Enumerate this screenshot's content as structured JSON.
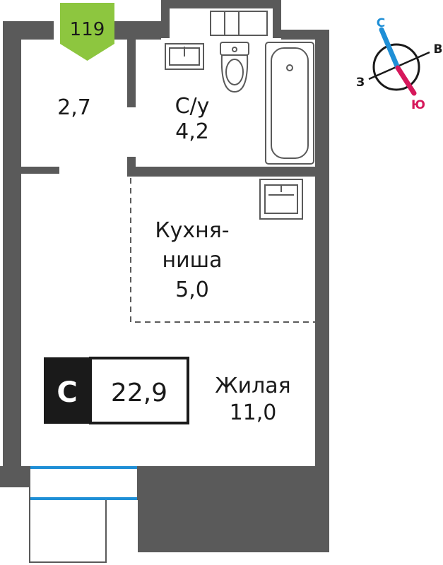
{
  "apartment": {
    "number": "119",
    "type_letter": "С",
    "total_area": "22,9"
  },
  "rooms": {
    "hall": {
      "area": "2,7"
    },
    "bathroom": {
      "name": "С/у",
      "area": "4,2"
    },
    "kitchen": {
      "name_line1": "Кухня-",
      "name_line2": "ниша",
      "area": "5,0"
    },
    "living": {
      "name": "Жилая",
      "area": "11,0"
    }
  },
  "compass": {
    "north": "С",
    "east": "В",
    "west": "З",
    "south": "Ю"
  },
  "colors": {
    "wall": "#5a5a5a",
    "badge": "#8dc63f",
    "window": "#1f8fd6",
    "north_arrow": "#1f8fd6",
    "south_arrow": "#d6185b",
    "type_box": "#1a1a1a"
  },
  "icons": [
    "sink-icon",
    "toilet-icon",
    "bathtub-icon",
    "kitchen-sink-icon",
    "ventilation-icon",
    "compass-icon"
  ]
}
